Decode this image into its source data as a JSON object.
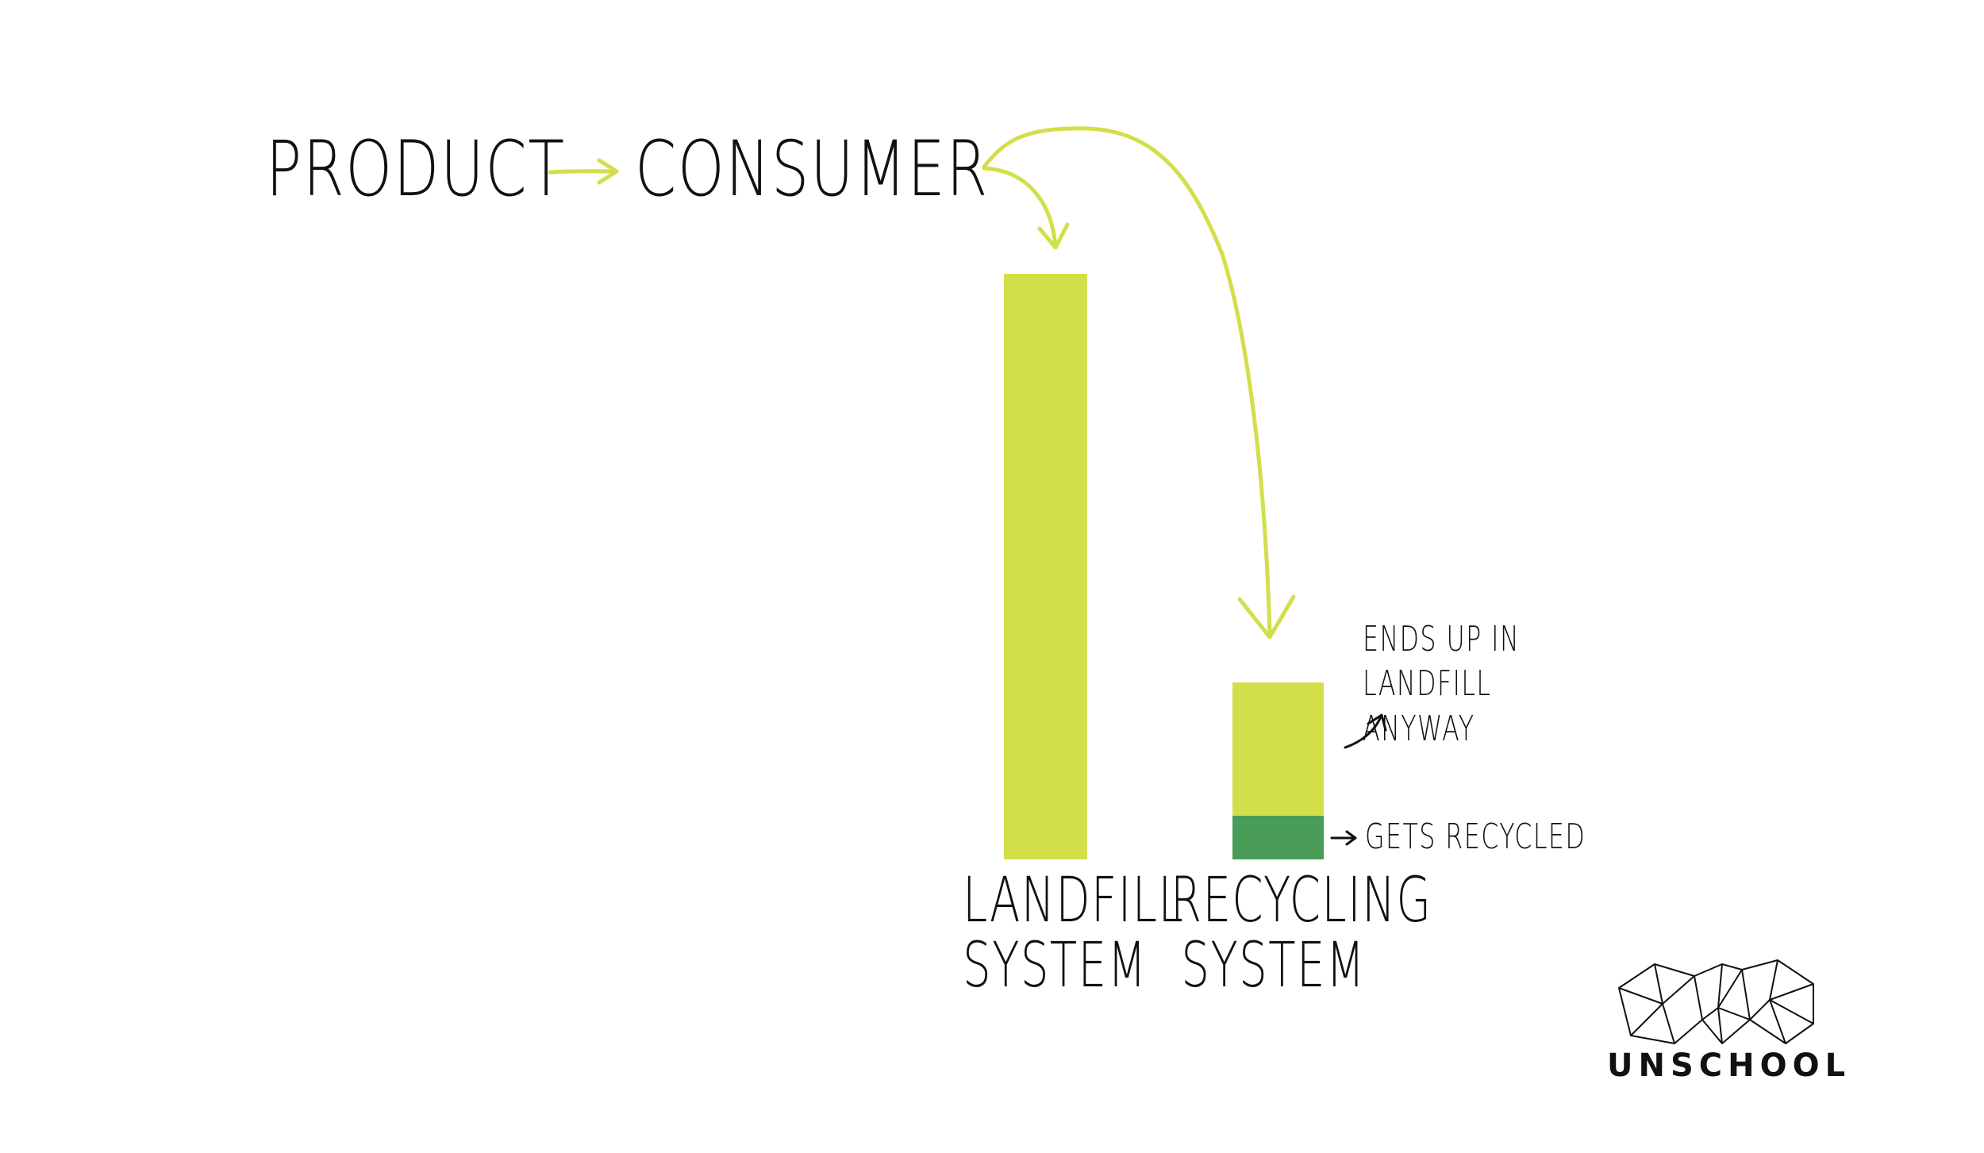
{
  "flow": {
    "product": "PRODUCT",
    "consumer": "CONSUMER"
  },
  "bars": [
    {
      "label_line1": "LANDFILL",
      "label_line2": "SYSTEM"
    },
    {
      "label_line1": "RECYCLING",
      "label_line2": "SYSTEM"
    }
  ],
  "annotations": {
    "landfill_anyway_line1": "ENDS UP IN",
    "landfill_anyway_line2": "LANDFILL ANYWAY",
    "gets_recycled": "GETS RECYCLED"
  },
  "logo": {
    "text": "UNSCHOOL",
    "icon": "geometric-crown-icon"
  },
  "colors": {
    "lime": "#d3df4a",
    "green": "#4a9c59",
    "ink": "#111111"
  }
}
